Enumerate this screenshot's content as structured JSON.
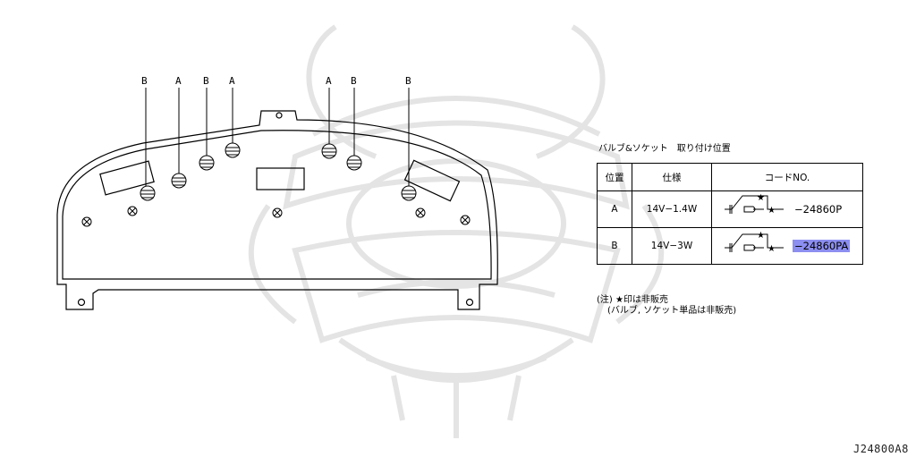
{
  "figure": {
    "callouts": [
      {
        "id": "c1",
        "letter": "B"
      },
      {
        "id": "c2",
        "letter": "A"
      },
      {
        "id": "c3",
        "letter": "B"
      },
      {
        "id": "c4",
        "letter": "A"
      },
      {
        "id": "c5",
        "letter": "A"
      },
      {
        "id": "c6",
        "letter": "B"
      },
      {
        "id": "c7",
        "letter": "B"
      }
    ],
    "drawing_number": "J24800A8"
  },
  "table": {
    "title": "バルブ&ソケット　取り付け位置",
    "headers": [
      "位置",
      "仕様",
      "コードNO."
    ],
    "rows": [
      {
        "position": "A",
        "spec": "14V−1.4W",
        "code": "−24860P",
        "highlighted": false
      },
      {
        "position": "B",
        "spec": "14V−3W",
        "code": "−24860PA",
        "highlighted": true
      }
    ]
  },
  "notes": {
    "line1": "(注) ★印は非販売",
    "line2": "(バルブ, ソケット単品は非販売)"
  },
  "colors": {
    "highlight": "#8c8ef0",
    "watermark": "#e4e4e4"
  }
}
